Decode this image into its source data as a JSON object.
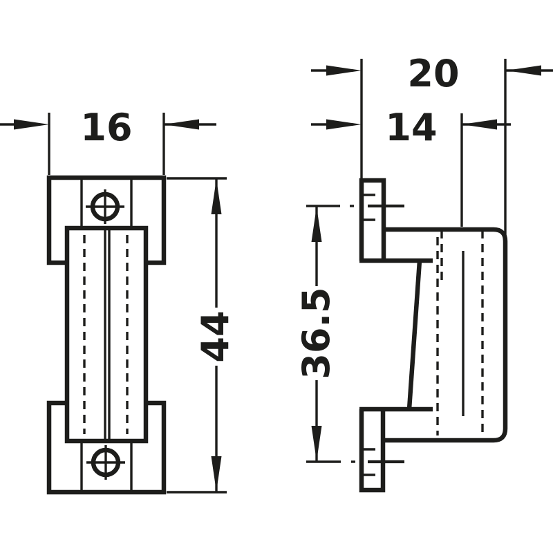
{
  "drawing": {
    "kind": "technical-dimension-drawing",
    "line_color": "#1d1d1b",
    "background_color": "#ffffff",
    "views": {
      "front": {
        "dimensions": {
          "width": {
            "value": "16"
          },
          "height": {
            "value": "44"
          }
        }
      },
      "side": {
        "dimensions": {
          "overall_depth": {
            "value": "20"
          },
          "inner_depth": {
            "value": "14"
          },
          "hole_spacing": {
            "value": "36.5"
          }
        }
      }
    }
  }
}
